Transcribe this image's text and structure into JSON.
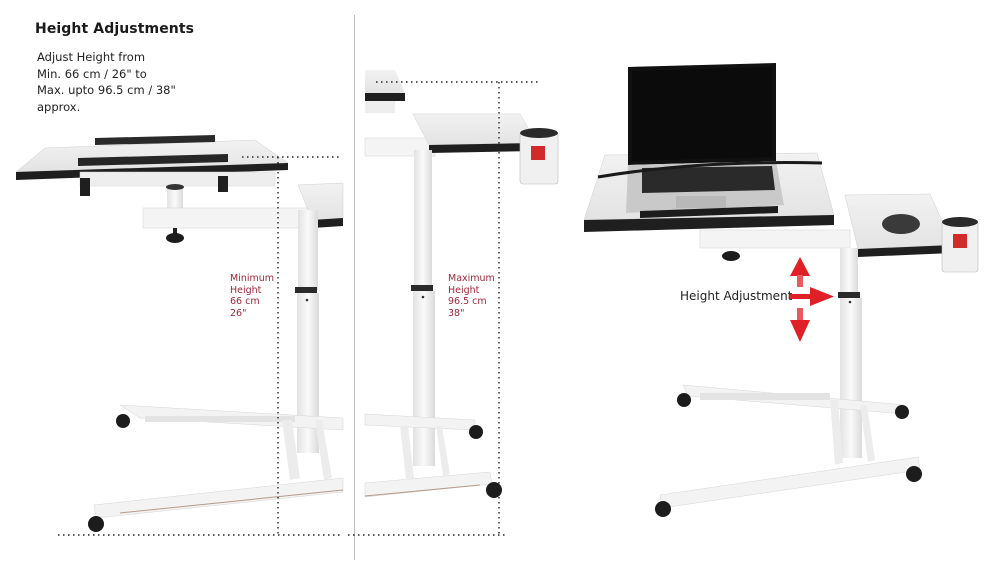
{
  "heading": {
    "title": "Height Adjustments",
    "description": "Adjust Height from\nMin. 66 cm / 26\"  to\nMax. upto 96.5 cm / 38\"\napprox."
  },
  "panels": {
    "minimum": {
      "label": "Minimum\nHeight\n66 cm\n26\""
    },
    "maximum": {
      "label": "Maximum\nHeight\n96.5 cm\n38\""
    },
    "in_use": {
      "callout": "Height Adjustment",
      "items": [
        "laptop",
        "wireless-mouse",
        "cup-holder"
      ]
    }
  },
  "colors": {
    "label_red": "#a0283a",
    "arrow_red": "#e01f26",
    "desk_edge": "#1f1f1f",
    "desk_top": "#ececec",
    "frame_white": "#f4f4f4"
  }
}
